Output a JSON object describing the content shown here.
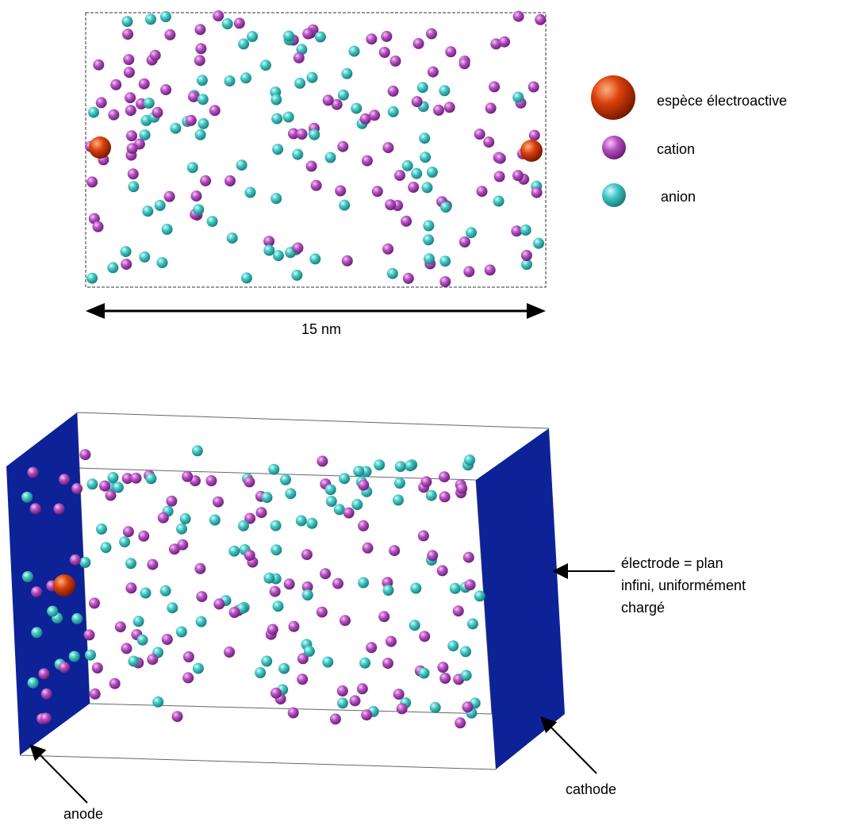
{
  "top_view": {
    "scale_label": "15 nm"
  },
  "legend": {
    "items": [
      {
        "label": "espèce électroactive",
        "kind": "electroactive"
      },
      {
        "label": "cation",
        "kind": "cation"
      },
      {
        "label": "anion",
        "kind": "anion"
      }
    ]
  },
  "box_view": {
    "electrode_label_line1": "électrode = plan",
    "electrode_label_line2": "infini, uniformément",
    "electrode_label_line3": "chargé",
    "cathode_label": "cathode",
    "anode_label": "anode"
  },
  "colors": {
    "electroactive": "#d9400c",
    "cation": "#b54fc0",
    "anion": "#3fc7c4",
    "electrode": "#0c2296",
    "box_edge": "#555555"
  }
}
